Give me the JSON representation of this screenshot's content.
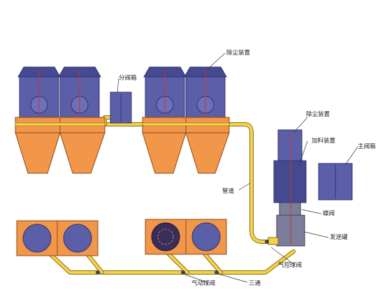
{
  "labels": {
    "dust_top": "除尘装置",
    "sub_valve_box": "分阀箱",
    "dust_right": "除尘装置",
    "feeding": "加料装置",
    "main_valve_box": "主阀箱",
    "pipeline": "管道",
    "dome_valve": "蝶阀",
    "sender_tank": "发送罐",
    "pneumatic_ball_valve_bottom": "气控球阀",
    "pneumatic_ball_valve": "气动球阀",
    "tee": "三通"
  },
  "colors": {
    "silo": "#f2964a",
    "dust_collector": "#5b5fa8",
    "pipe": "#f4d24a",
    "accent_red": "#d0312d"
  }
}
